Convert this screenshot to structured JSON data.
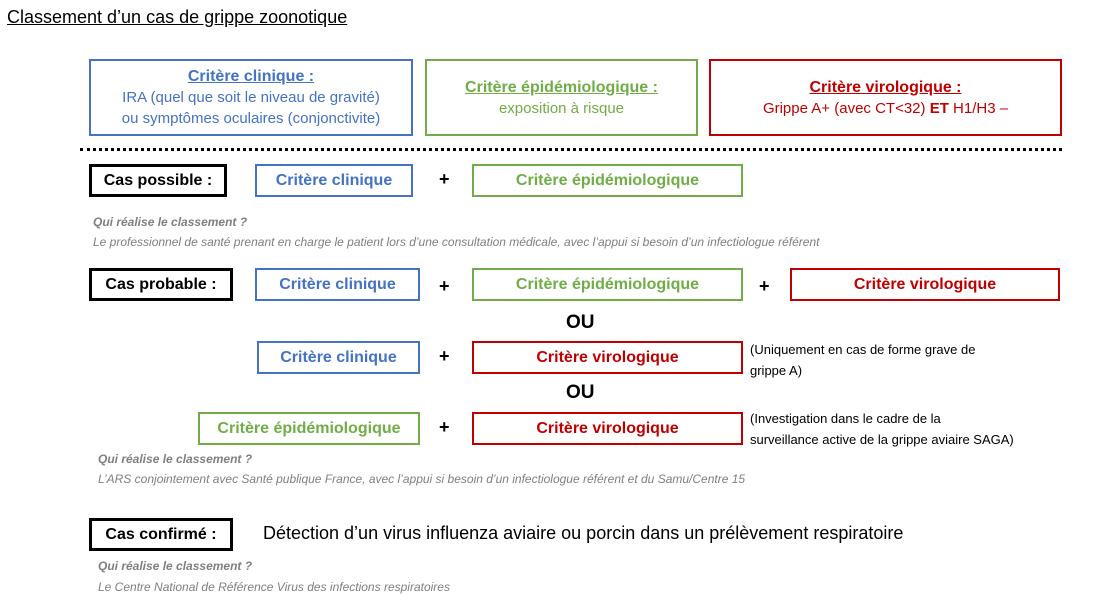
{
  "title": "Classement d’un cas de grippe zoonotique",
  "criteria": {
    "clinique": {
      "heading": "Critère clinique :",
      "line1": "IRA (quel que soit le niveau de gravité)",
      "line2": "ou symptômes oculaires (conjonctivite)"
    },
    "epi": {
      "heading": "Critère épidémiologique :",
      "line1": "exposition à risque"
    },
    "viro": {
      "heading": "Critère virologique :",
      "pre": "Grippe A+ (avec CT<32) ",
      "et": "ET",
      "post": " H1/H3 –"
    }
  },
  "labels": {
    "clinique": "Critère clinique",
    "epi": "Critère épidémiologique",
    "viro": "Critère virologique",
    "plus": "+",
    "ou": "OU"
  },
  "possible": {
    "label": "Cas possible :",
    "who_q": "Qui réalise le classement ?",
    "who": "Le professionnel de santé prenant en charge le patient lors d’une consultation médicale, avec l’appui si besoin d’un infectiologue référent"
  },
  "probable": {
    "label": "Cas probable :",
    "note1a": "(Uniquement en cas de forme grave de",
    "note1b": "grippe A)",
    "note2a": "(Investigation dans le cadre de la",
    "note2b": "surveillance active de la grippe aviaire SAGA)",
    "who_q": "Qui réalise le classement ?",
    "who": "L’ARS conjointement avec Santé publique France, avec l’appui si besoin d’un infectiologue référent et du Samu/Centre 15"
  },
  "confirme": {
    "label": "Cas confirmé :",
    "text": "Détection d’un virus influenza aviaire ou porcin dans un prélèvement respiratoire",
    "who_q": "Qui réalise le classement ?",
    "who": "Le Centre National de Référence Virus des infections respiratoires"
  }
}
